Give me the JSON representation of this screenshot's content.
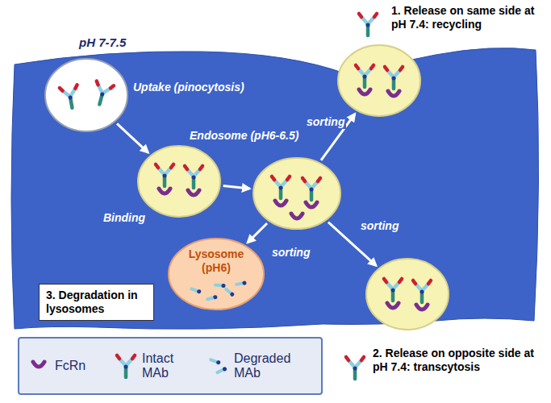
{
  "diagram": {
    "nodes": [
      {
        "text": [
          "Uptake (pinocytosis)"
        ]
      },
      {
        "text": [
          "Binding"
        ]
      },
      {
        "text": [
          "Endosome (pH6-6.5)"
        ]
      },
      {
        "text": [
          "1. Release on same side at pH 7.4: recycling"
        ]
      },
      {
        "text": [
          "2. Release on opposite side at pH 7.4: transcytosis"
        ]
      },
      {
        "text": [
          "Lysosome (pH6)"
        ]
      },
      {
        "text": [
          "3. Degradation in lysosomes"
        ]
      }
    ],
    "edges": [
      {
        "from": 0,
        "to": 1,
        "arrow": "to"
      },
      {
        "from": 1,
        "to": 2,
        "arrow": "to"
      },
      {
        "from": 2,
        "to": 3,
        "label": "sorting",
        "arrow": "to"
      },
      {
        "from": 2,
        "to": 4,
        "label": "sorting",
        "arrow": "to"
      },
      {
        "from": 2,
        "to": 5,
        "label": "sorting",
        "arrow": "to"
      }
    ],
    "labels": [
      "pH 7-7.5"
    ],
    "legend": [
      {
        "text": "FcRn"
      },
      {
        "text": "Intact MAb"
      },
      {
        "text": "Degraded MAb"
      }
    ]
  }
}
